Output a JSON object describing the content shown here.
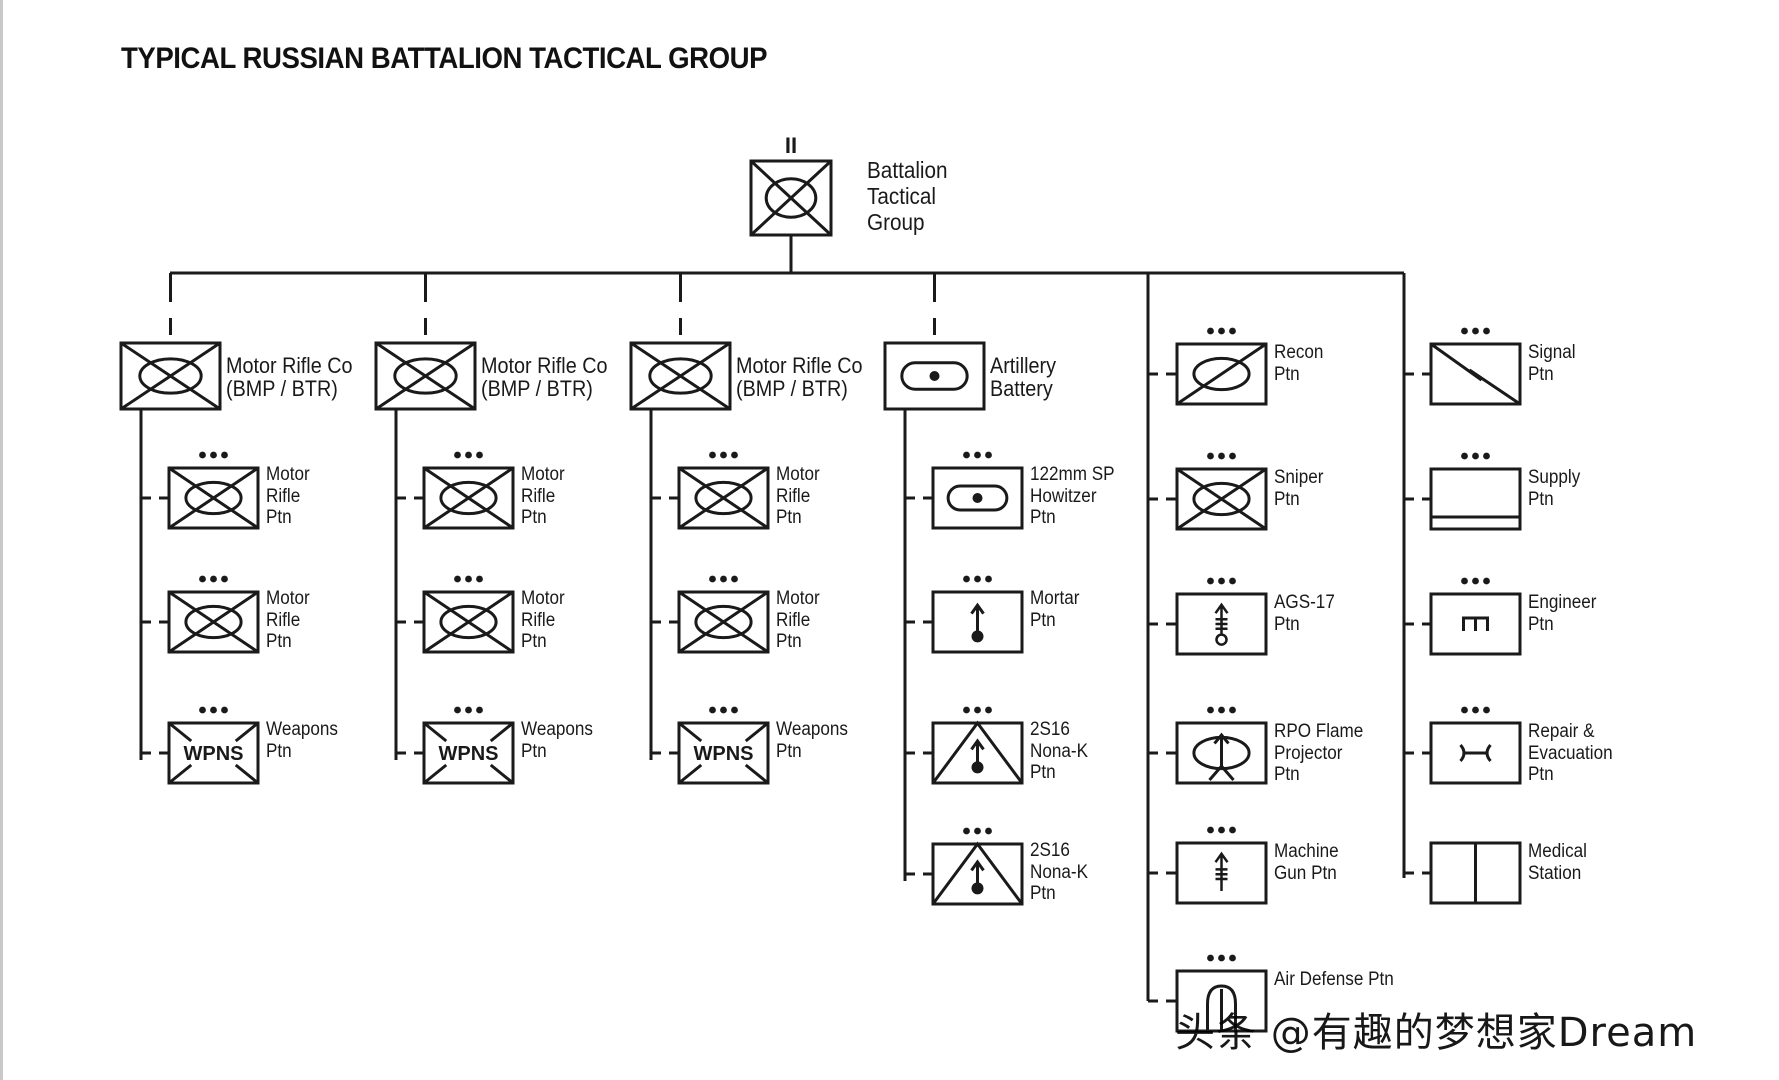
{
  "title": "TYPICAL RUSSIAN BATTALION TACTICAL GROUP",
  "hq": {
    "echelon": "II",
    "symbol": "motor-rifle",
    "label": "Battalion\nTactical\nGroup"
  },
  "companies": [
    {
      "label": "Motor Rifle Co\n(BMP / BTR)",
      "symbol": "motor-rifle",
      "children": [
        {
          "label": "Motor\nRifle\nPtn",
          "symbol": "motor-rifle",
          "echelon": "•••"
        },
        {
          "label": "Motor\nRifle\nPtn",
          "symbol": "motor-rifle",
          "echelon": "•••"
        },
        {
          "label": "Weapons\nPtn",
          "symbol": "weapons",
          "symbol_text": "WPNS",
          "echelon": "•••"
        }
      ]
    },
    {
      "label": "Motor Rifle Co\n(BMP / BTR)",
      "symbol": "motor-rifle",
      "children": [
        {
          "label": "Motor\nRifle\nPtn",
          "symbol": "motor-rifle",
          "echelon": "•••"
        },
        {
          "label": "Motor\nRifle\nPtn",
          "symbol": "motor-rifle",
          "echelon": "•••"
        },
        {
          "label": "Weapons\nPtn",
          "symbol": "weapons",
          "symbol_text": "WPNS",
          "echelon": "•••"
        }
      ]
    },
    {
      "label": "Motor Rifle Co\n(BMP / BTR)",
      "symbol": "motor-rifle",
      "children": [
        {
          "label": "Motor\nRifle\nPtn",
          "symbol": "motor-rifle",
          "echelon": "•••"
        },
        {
          "label": "Motor\nRifle\nPtn",
          "symbol": "motor-rifle",
          "echelon": "•••"
        },
        {
          "label": "Weapons\nPtn",
          "symbol": "weapons",
          "symbol_text": "WPNS",
          "echelon": "•••"
        }
      ]
    },
    {
      "label": "Artillery\nBattery",
      "symbol": "sp-artillery",
      "children": [
        {
          "label": "122mm SP\nHowitzer\nPtn",
          "symbol": "sp-artillery",
          "echelon": "•••"
        },
        {
          "label": "Mortar\nPtn",
          "symbol": "mortar",
          "echelon": "•••"
        },
        {
          "label": "2S16\nNona-K\nPtn",
          "symbol": "mortar-triangle",
          "echelon": "•••"
        },
        {
          "label": "2S16\nNona-K\nPtn",
          "symbol": "mortar-triangle",
          "echelon": "•••"
        }
      ]
    }
  ],
  "combat_support": [
    {
      "label": "Recon\nPtn",
      "symbol": "recon",
      "echelon": "•••"
    },
    {
      "label": "Sniper\nPtn",
      "symbol": "motor-rifle",
      "echelon": "•••"
    },
    {
      "label": "AGS-17\nPtn",
      "symbol": "grenade-launcher",
      "echelon": "•••"
    },
    {
      "label": "RPO Flame\nProjector\nPtn",
      "symbol": "flame",
      "echelon": "•••"
    },
    {
      "label": "Machine\nGun Ptn",
      "symbol": "machine-gun",
      "echelon": "•••"
    },
    {
      "label": "Air Defense Ptn",
      "symbol": "air-defense",
      "echelon": "•••"
    }
  ],
  "combat_service_support": [
    {
      "label": "Signal\nPtn",
      "symbol": "signal",
      "echelon": "•••"
    },
    {
      "label": "Supply\nPtn",
      "symbol": "supply",
      "echelon": "•••"
    },
    {
      "label": "Engineer\nPtn",
      "symbol": "engineer",
      "echelon": "•••"
    },
    {
      "label": "Repair &\nEvacuation\nPtn",
      "symbol": "maintenance",
      "echelon": "•••"
    },
    {
      "label": "Medical\nStation",
      "symbol": "medical",
      "echelon": ""
    }
  ],
  "watermark": "头条 @有趣的梦想家Dream"
}
